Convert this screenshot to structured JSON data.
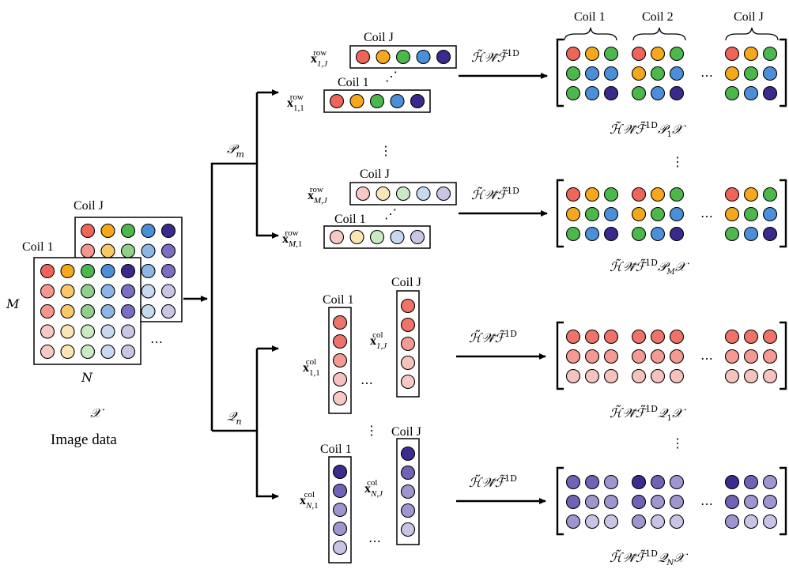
{
  "colors": {
    "red": "#f0655a",
    "orange": "#f5a81c",
    "green": "#4cb84c",
    "blue": "#4a8fd8",
    "navy": "#3a2a8c",
    "light_red": "#f7c8c4",
    "light_orange": "#fbe5b5",
    "light_green": "#c9eac3",
    "light_blue": "#c6d9f1",
    "light_navy": "#c9c5e4",
    "mid_red": "#f5978f",
    "mid_orange": "#f8c869",
    "mid_green": "#8fd08a",
    "mid_blue": "#8bb6e5",
    "mid_navy": "#7a6fc0",
    "pink1": "#f0736a",
    "pink2": "#f39a92",
    "pink3": "#f6c2bd",
    "pur1": "#3b2c8e",
    "pur2": "#6f63b5",
    "pur3": "#9e96cf",
    "pur4": "#c9c4e6"
  },
  "left": {
    "coil_1": "Coil 1",
    "coil_j": "Coil J",
    "dim_m": "M",
    "dim_n": "N",
    "ellipsis": "⋯",
    "math_symbol": "𝒳",
    "caption": "Image data"
  },
  "branches": {
    "row_operator": "𝒫m",
    "col_operator": "𝒬n"
  },
  "row_vectors": {
    "coil_j": "Coil J",
    "coil_1": "Coil 1",
    "x1J": "x1,Jrow",
    "x11": "x1,1row",
    "xMJ": "xM,Jrow",
    "xM1": "xM,1row"
  },
  "col_vectors": {
    "coil_1": "Coil 1",
    "coil_j": "Coil J",
    "x11": "x1,1col",
    "x1J": "x1,Jcol",
    "xN1": "xN,1col",
    "xNJ": "xN,Jcol"
  },
  "operators": {
    "op": "ℋ̃𝒲̃ℱ̃1D"
  },
  "outputs": {
    "coil_1": "Coil 1",
    "coil_2": "Coil 2",
    "coil_j": "Coil J",
    "row_top": "ℋ̃𝒲̃ℱ̃1D𝒫1𝒳",
    "row_bot": "ℋ̃𝒲̃ℱ̃1D𝒫M𝒳",
    "col_top": "ℋ̃𝒲̃ℱ̃1D𝒬1𝒳",
    "col_bot": "ℋ̃𝒲̃ℱ̃1D𝒬N𝒳"
  }
}
